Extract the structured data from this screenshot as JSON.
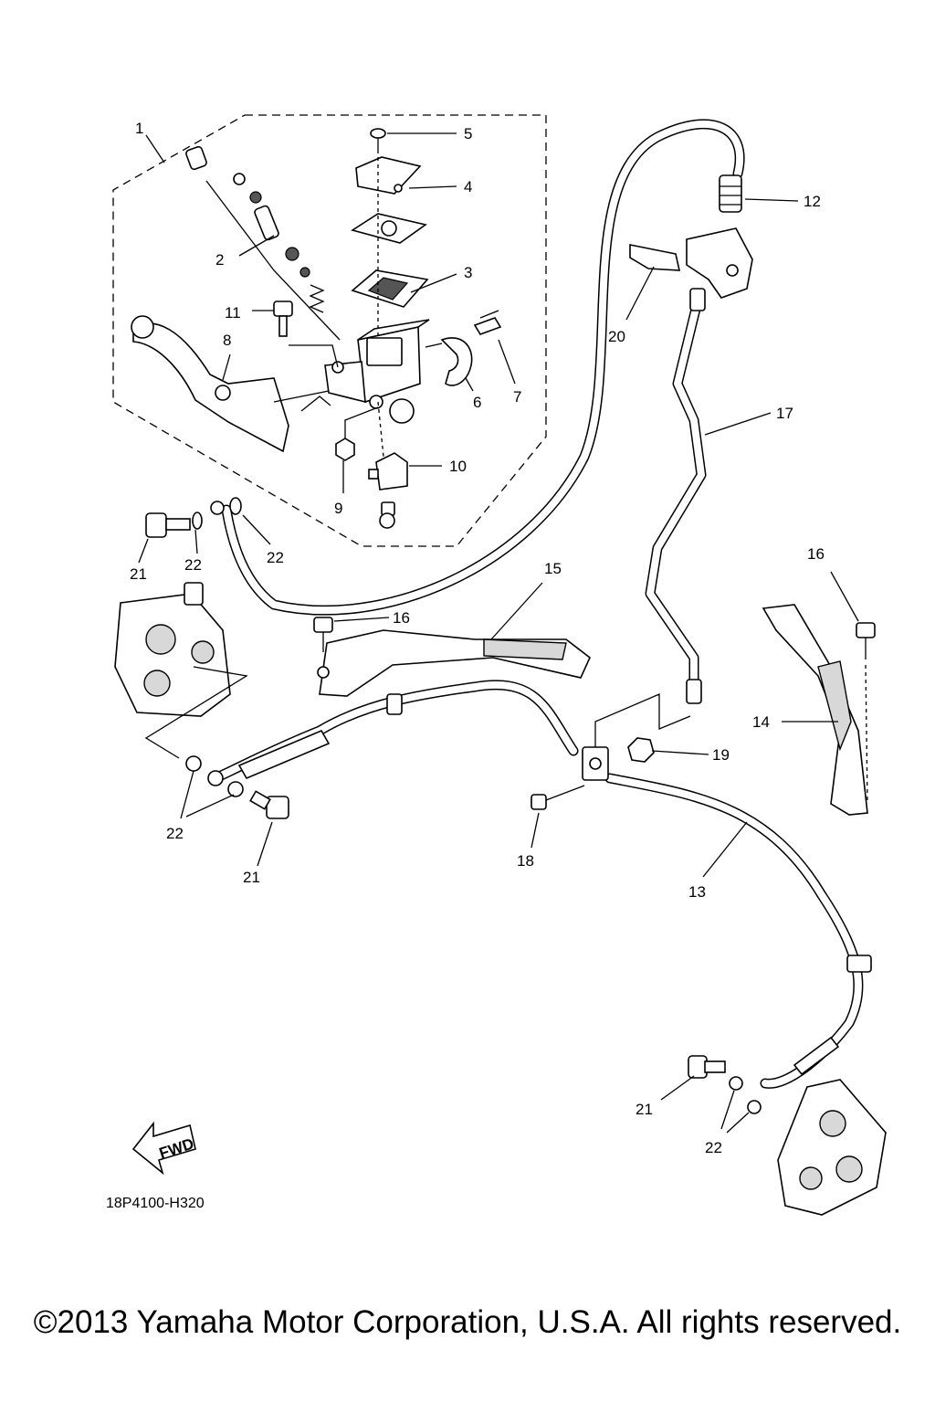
{
  "diagram": {
    "callouts": [
      "1",
      "2",
      "3",
      "4",
      "5",
      "6",
      "7",
      "8",
      "9",
      "10",
      "11",
      "12",
      "13",
      "14",
      "15",
      "16",
      "16",
      "17",
      "18",
      "19",
      "20",
      "21",
      "21",
      "21",
      "22",
      "22",
      "22",
      "22"
    ],
    "fwd_label": "FWD",
    "document_code": "18P4100-H320"
  },
  "footer": {
    "copyright": "©2013 Yamaha Motor Corporation, U.S.A. All rights reserved."
  }
}
